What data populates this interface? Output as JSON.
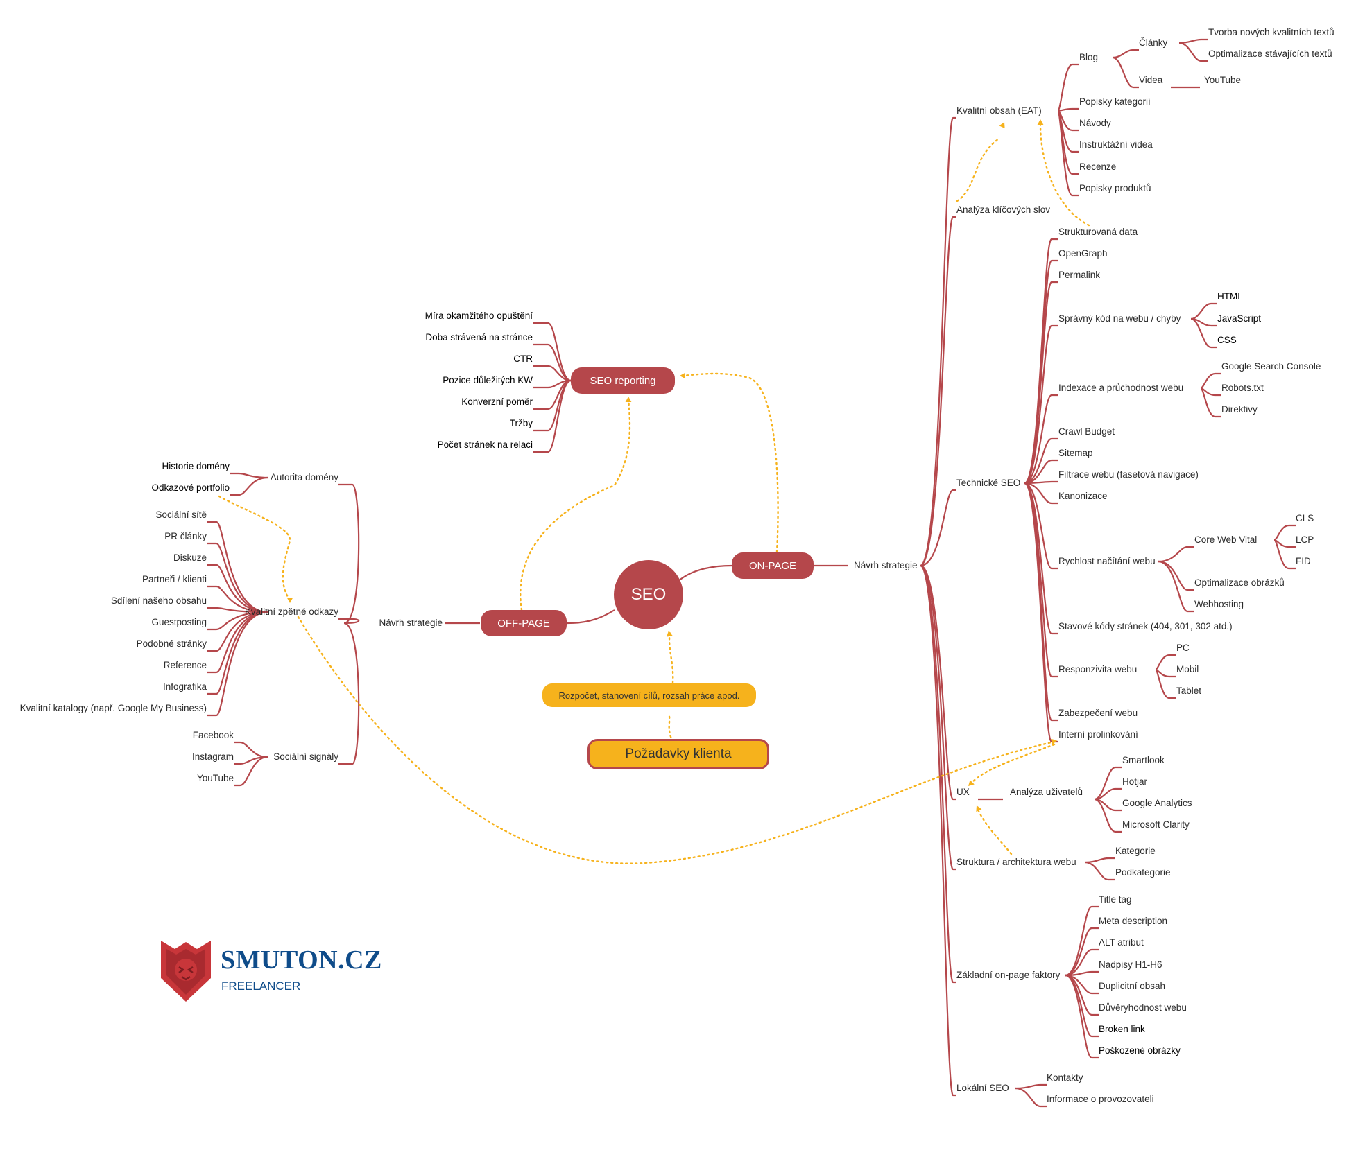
{
  "center": {
    "label": "SEO"
  },
  "hubs": {
    "onpage": "ON-PAGE",
    "offpage": "OFF-PAGE",
    "reporting": "SEO reporting"
  },
  "strategy": {
    "on": "Návrh strategie",
    "off": "Návrh strategie"
  },
  "client": {
    "budget": "Rozpočet, stanovení cílů, rozsah práce apod.",
    "requirements": "Požadavky klienta"
  },
  "reporting_items": [
    "Míra okamžitého opuštění",
    "Doba strávená na stránce",
    "CTR",
    "Pozice důležitých KW",
    "Konverzní poměr",
    "Tržby",
    "Počet stránek na relaci"
  ],
  "offpage": {
    "autorita": {
      "label": "Autorita domény",
      "items": [
        "Historie domény",
        "Odkazové portfolio"
      ]
    },
    "odkazy": {
      "label": "Kvalitní zpětné odkazy",
      "items": [
        "Sociální sítě",
        "PR články",
        "Diskuze",
        "Partneři / klienti",
        "Sdílení našeho obsahu",
        "Guestposting",
        "Podobné stránky",
        "Reference",
        "Infografika",
        "Kvalitní katalogy (např. Google My Business)"
      ]
    },
    "signaly": {
      "label": "Sociální signály",
      "items": [
        "Facebook",
        "Instagram",
        "YouTube"
      ]
    }
  },
  "onpage": {
    "obsah": {
      "label": "Kvalitní obsah (EAT)",
      "blog": {
        "label": "Blog",
        "clanky": {
          "label": "Články",
          "items": [
            "Tvorba nových kvalitních textů",
            "Optimalizace stávajících textů"
          ]
        },
        "videa": {
          "label": "Videa",
          "items": [
            "YouTube"
          ]
        }
      },
      "items": [
        "Popisky kategorií",
        "Návody",
        "Instruktážní videa",
        "Recenze",
        "Popisky produktů"
      ]
    },
    "klicova_slova": "Analýza klíčových slov",
    "technicke": {
      "label": "Technické SEO",
      "items_top": [
        "Strukturovaná data",
        "OpenGraph",
        "Permalink"
      ],
      "kod": {
        "label": "Správný kód na webu / chyby",
        "items": [
          "HTML",
          "JavaScript",
          "CSS"
        ]
      },
      "index": {
        "label": "Indexace a průchodnost webu",
        "items": [
          "Google Search Console",
          "Robots.txt",
          "Direktivy"
        ]
      },
      "items_mid": [
        "Crawl Budget",
        "Sitemap",
        "Filtrace webu (fasetová navigace)",
        "Kanonizace"
      ],
      "rychlost": {
        "label": "Rychlost načítání webu",
        "cwv": {
          "label": "Core Web Vital",
          "items": [
            "CLS",
            "LCP",
            "FID"
          ]
        },
        "items": [
          "Optimalizace obrázků",
          "Webhosting"
        ]
      },
      "stavove": "Stavové kódy stránek (404, 301, 302 atd.)",
      "responz": {
        "label": "Responzivita webu",
        "items": [
          "PC",
          "Mobil",
          "Tablet"
        ]
      },
      "zabezpeceni": "Zabezpečení webu",
      "prolinkovani": "Interní prolinkování"
    },
    "ux": {
      "label": "UX",
      "analyza": {
        "label": "Analýza uživatelů",
        "items": [
          "Smartlook",
          "Hotjar",
          "Google Analytics",
          "Microsoft Clarity"
        ]
      }
    },
    "struktura": {
      "label": "Struktura / architektura webu",
      "items": [
        "Kategorie",
        "Podkategorie"
      ]
    },
    "zaklad": {
      "label": "Základní on-page faktory",
      "items": [
        "Title tag",
        "Meta description",
        "ALT atribut",
        "Nadpisy H1-H6",
        "Duplicitní obsah",
        "Důvěryhodnost webu",
        "Broken link",
        "Poškozené obrázky"
      ]
    },
    "lokalni": {
      "label": "Lokální SEO",
      "items": [
        "Kontakty",
        "Informace o provozovateli"
      ]
    }
  },
  "logo": {
    "title": "SMUTON.CZ",
    "subtitle": "FREELANCER"
  },
  "colors": {
    "branch": "#b5474b",
    "accent": "#f6b21c",
    "brand": "#0f4c8a"
  }
}
